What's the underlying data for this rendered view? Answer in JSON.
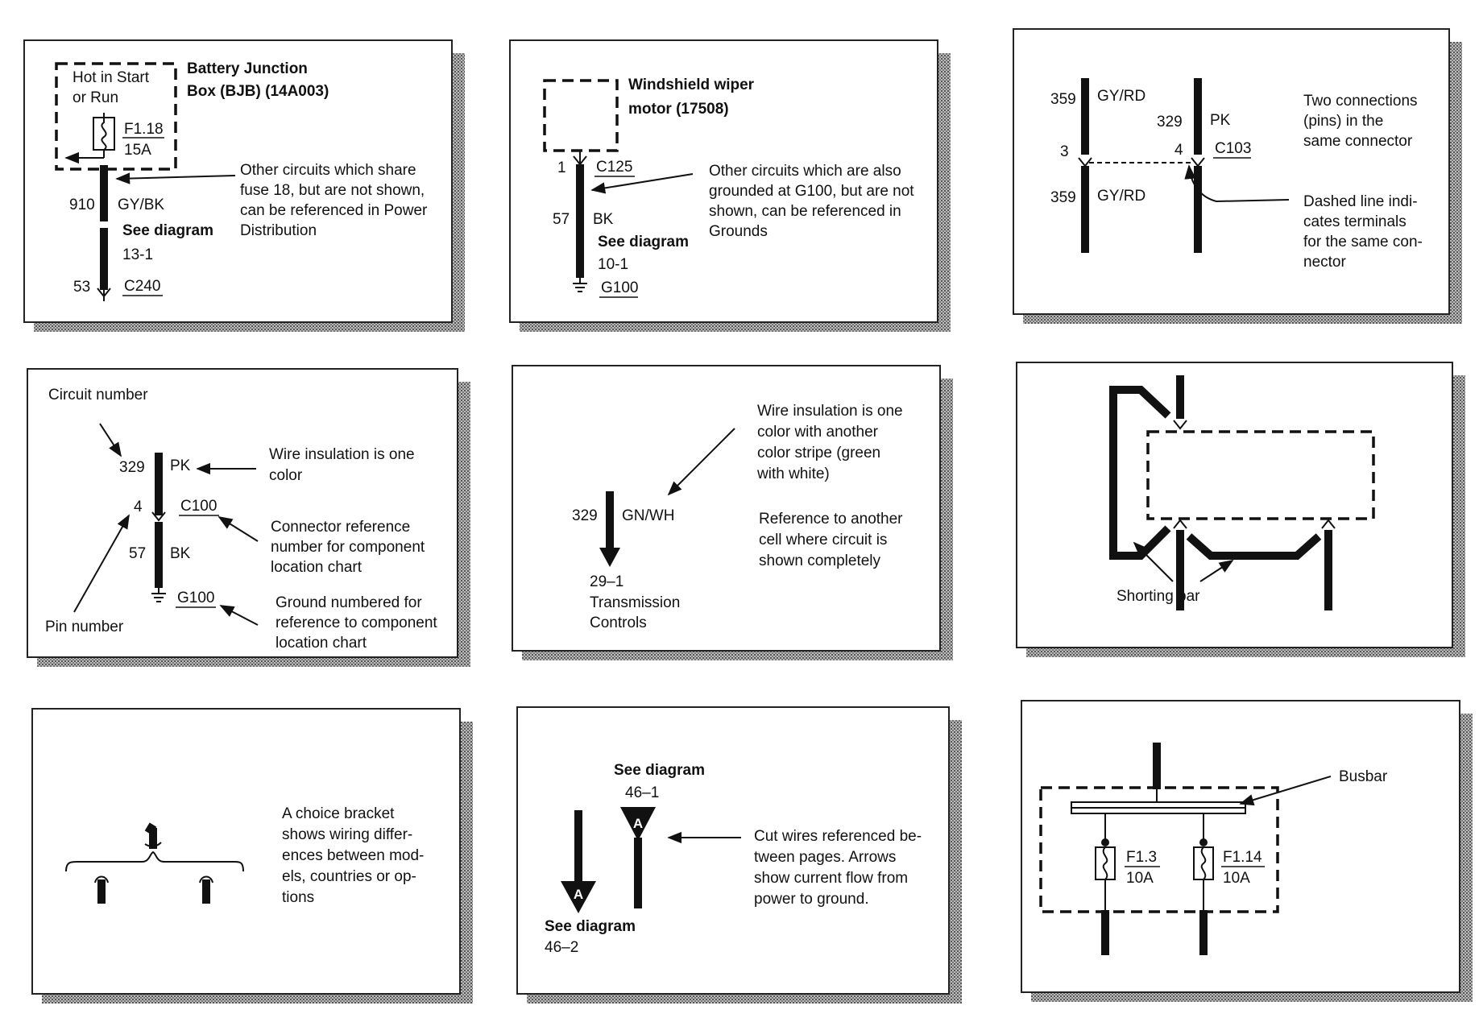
{
  "panel1": {
    "box_label_1": "Hot in Start",
    "box_label_2": "or Run",
    "title_1": "Battery Junction",
    "title_2": "Box (BJB) (14A003)",
    "fuse_name": "F1.18",
    "fuse_rating": "15A",
    "circuit": "910",
    "color": "GY/BK",
    "see_1": "See diagram",
    "see_2": "13-1",
    "pin": "53",
    "connector": "C240",
    "note_1": "Other circuits which share",
    "note_2": "fuse 18, but are not shown,",
    "note_3": "can be referenced in Power",
    "note_4": "Distribution"
  },
  "panel2": {
    "title_1": "Windshield wiper",
    "title_2": "motor (17508)",
    "pin": "1",
    "connector": "C125",
    "circuit": "57",
    "color": "BK",
    "see_1": "See diagram",
    "see_2": "10-1",
    "ground": "G100",
    "note_1": "Other circuits which are also",
    "note_2": "grounded at G100, but are not",
    "note_3": "shown, can be referenced in",
    "note_4": "Grounds"
  },
  "panel3": {
    "left_circuit_top": "359",
    "left_color_top": "GY/RD",
    "left_pin": "3",
    "left_circuit_bottom": "359",
    "left_color_bottom": "GY/RD",
    "right_circuit": "329",
    "right_color": "PK",
    "right_pin": "4",
    "connector": "C103",
    "note_a_1": "Two connections",
    "note_a_2": "(pins) in the",
    "note_a_3": "same connector",
    "note_b_1": "Dashed line indi-",
    "note_b_2": "cates terminals",
    "note_b_3": "for the same con-",
    "note_b_4": "nector"
  },
  "panel4": {
    "circuit_number_label": "Circuit number",
    "circuit": "329",
    "color_1": "PK",
    "pin": "4",
    "connector": "C100",
    "circuit_2": "57",
    "color_2": "BK",
    "ground": "G100",
    "pin_number_label": "Pin number",
    "note_a_1": "Wire insulation is one",
    "note_a_2": "color",
    "note_b_1": "Connector reference",
    "note_b_2": "number for component",
    "note_b_3": "location chart",
    "note_c_1": "Ground numbered for",
    "note_c_2": "reference to component",
    "note_c_3": "location chart"
  },
  "panel5": {
    "note_a_1": "Wire insulation is one",
    "note_a_2": "color with another",
    "note_a_3": "color stripe (green",
    "note_a_4": "with white)",
    "circuit": "329",
    "color": "GN/WH",
    "ref_1": "29–1",
    "ref_2": "Transmission",
    "ref_3": "Controls",
    "note_b_1": "Reference to another",
    "note_b_2": "cell where circuit is",
    "note_b_3": "shown completely"
  },
  "panel6": {
    "label": "Shorting bar"
  },
  "panel7": {
    "note_1": "A choice bracket",
    "note_2": "shows wiring differ-",
    "note_3": "ences between mod-",
    "note_4": "els, countries or op-",
    "note_5": "tions"
  },
  "panel8": {
    "see_top_1": "See diagram",
    "see_top_2": "46–1",
    "marker": "A",
    "see_bottom_1": "See diagram",
    "see_bottom_2": "46–2",
    "note_1": "Cut wires referenced be-",
    "note_2": "tween pages. Arrows",
    "note_3": "show current flow from",
    "note_4": "power to ground."
  },
  "panel9": {
    "busbar_label": "Busbar",
    "fuse_a_name": "F1.3",
    "fuse_a_rating": "10A",
    "fuse_b_name": "F1.14",
    "fuse_b_rating": "10A"
  }
}
